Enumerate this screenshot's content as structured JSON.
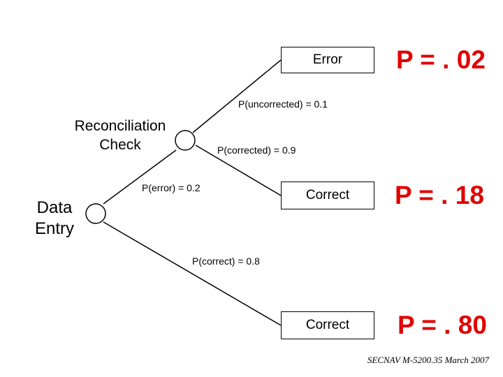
{
  "nodes": {
    "data_entry": {
      "line1": "Data",
      "line2": "Entry"
    },
    "reconciliation": {
      "line1": "Reconciliation",
      "line2": "Check"
    }
  },
  "outcomes": {
    "error": "Error",
    "correct_after_check": "Correct",
    "correct_direct": "Correct"
  },
  "branches": {
    "p_error": "P(error) = 0.2",
    "p_correct": "P(correct) = 0.8",
    "p_uncorrected": "P(uncorrected) = 0.1",
    "p_corrected": "P(corrected) = 0.9"
  },
  "results": {
    "error": "P = . 02",
    "correct_after_check": "P = . 18",
    "correct_direct": "P = . 80"
  },
  "footer": "SECNAV M-5200.35   March 2007",
  "colors": {
    "result": "#e00000",
    "lines": "#000000"
  }
}
